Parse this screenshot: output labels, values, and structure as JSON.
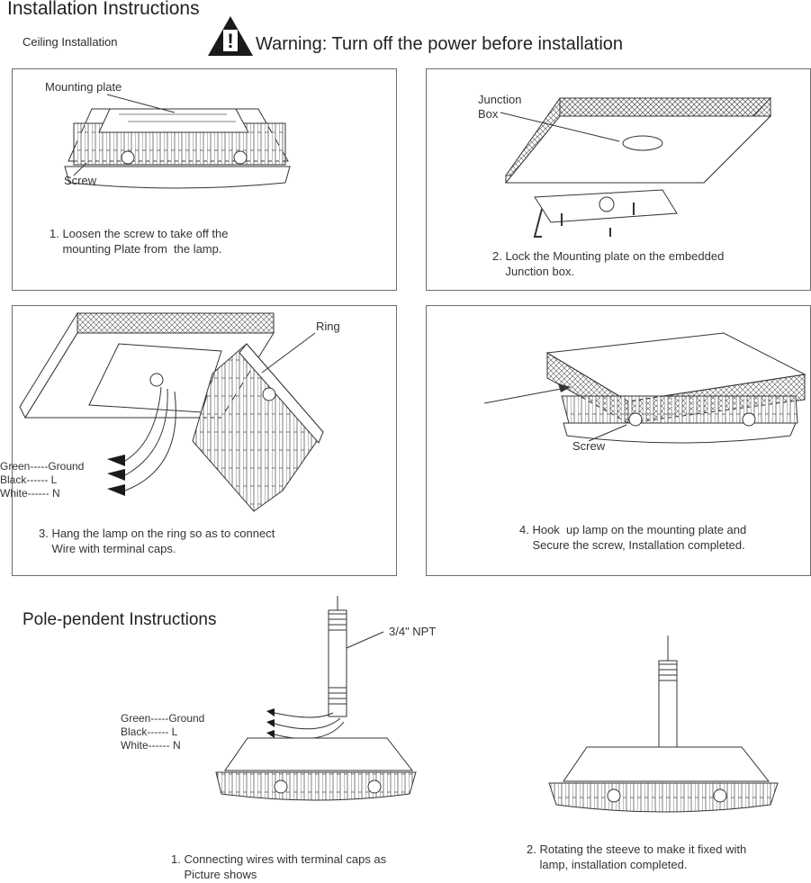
{
  "header": {
    "title": "Installation Instructions",
    "subtitle": "Ceiling Installation",
    "warning": "Warning: Turn off the power before installation",
    "warning_mark": "!"
  },
  "ceiling": {
    "panel1": {
      "label_plate": "Mounting plate",
      "label_screw": "Screw",
      "step": "1. Loosen the screw to take off the\n    mounting Plate from  the lamp."
    },
    "panel2": {
      "label_junction": "Junction\nBox",
      "step": "2. Lock the Mounting plate on the embedded\n    Junction box."
    },
    "panel3": {
      "label_ring": "Ring",
      "wire_ground": "Green-----Ground",
      "wire_l": "Black------ L",
      "wire_n": "White------ N",
      "step": "3. Hang the lamp on the ring so as to connect\n    Wire with terminal caps."
    },
    "panel4": {
      "label_screw": "Screw",
      "step": "4. Hook  up lamp on the mounting plate and\n    Secure the screw, Installation completed."
    }
  },
  "pole": {
    "title": "Pole-pendent Instructions",
    "label_npt": "3/4\" NPT",
    "wire_ground": "Green-----Ground",
    "wire_l": "Black------ L",
    "wire_n": "White------ N",
    "step1": "1. Connecting wires with terminal caps as\n    Picture shows",
    "step2": "2. Rotating the steeve to make it fixed with\n    lamp, installation completed."
  }
}
